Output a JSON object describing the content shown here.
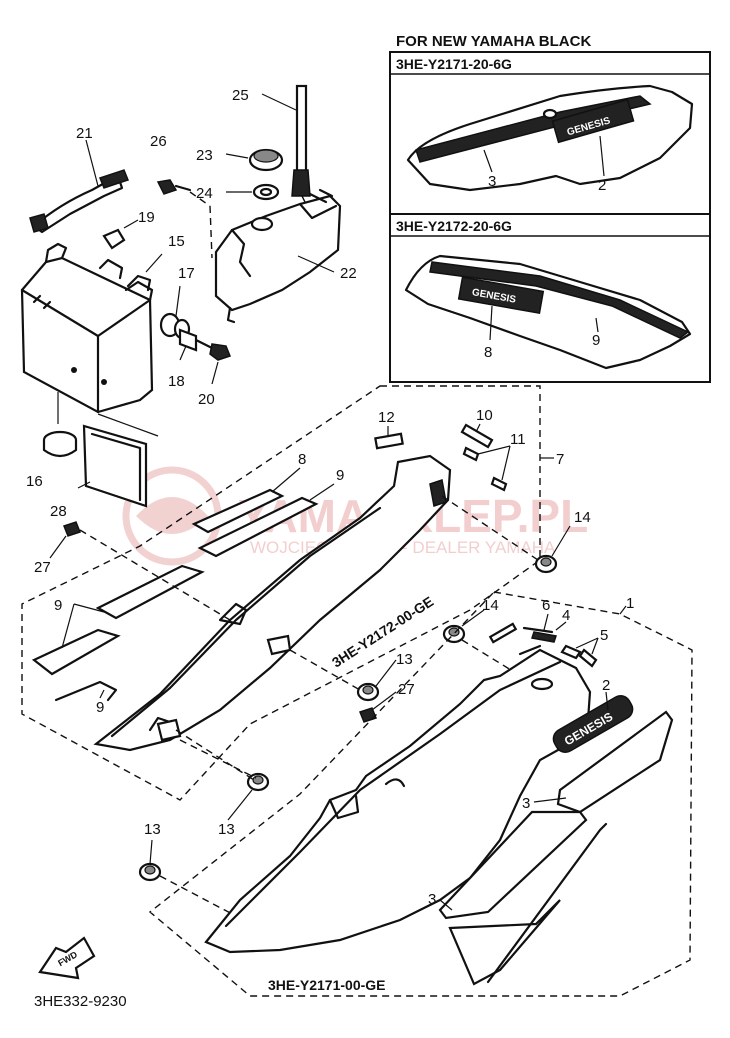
{
  "header": {
    "title": "FOR NEW YAMAHA BLACK"
  },
  "boxes": {
    "upper": {
      "code": "3HE-Y2171-20-6G",
      "callouts": [
        "3",
        "2"
      ]
    },
    "lower": {
      "code": "3HE-Y2172-20-6G",
      "callouts": [
        "8",
        "9"
      ]
    }
  },
  "assembly_codes": {
    "left_cover": "3HE-Y2172-00-GE",
    "right_cover": "3HE-Y2171-00-GE"
  },
  "callouts": {
    "c1": "1",
    "c2": "2",
    "c3a": "3",
    "c3b": "3",
    "c4": "4",
    "c5": "5",
    "c6": "6",
    "c7": "7",
    "c8": "8",
    "c9a": "9",
    "c9b": "9",
    "c9c": "9",
    "c10": "10",
    "c11": "11",
    "c12": "12",
    "c13a": "13",
    "c13b": "13",
    "c13c": "13",
    "c14a": "14",
    "c14b": "14",
    "c15": "15",
    "c16": "16",
    "c17": "17",
    "c18": "18",
    "c19": "19",
    "c20": "20",
    "c21": "21",
    "c22": "22",
    "c23": "23",
    "c24": "24",
    "c25": "25",
    "c26": "26",
    "c27a": "27",
    "c27b": "27",
    "c28": "28"
  },
  "emblem_text": "GENESIS",
  "fwd_label": "FWD",
  "drawing_number": "3HE332-9230",
  "watermark": {
    "brand": "YAMASKLEP.PL",
    "subtitle": "WOJCIECHOWICZ - DEALER YAMAHA"
  }
}
